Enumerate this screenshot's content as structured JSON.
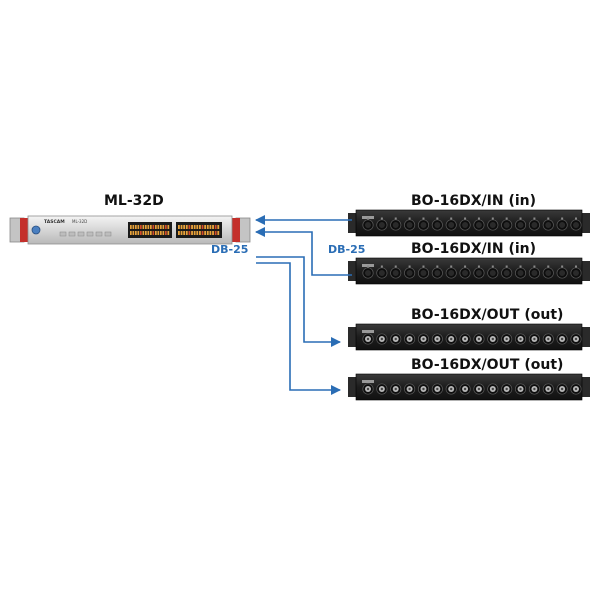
{
  "colors": {
    "background": "#ffffff",
    "arrow": "#2a6db5",
    "db_label": "#2a6db5",
    "title_text": "#111111",
    "rack_black": "#1c1c1c",
    "rack_silver": "#d9d9d9",
    "ear_red": "#c4302b"
  },
  "main_device": {
    "title": "ML-32D",
    "brand": "TASCAM",
    "model": "ML-32D"
  },
  "connector_labels": {
    "left": "DB-25",
    "right": "DB-25"
  },
  "breakouts": [
    {
      "title": "BO-16DX/IN (in)",
      "kind": "in",
      "direction": "to-main"
    },
    {
      "title": "BO-16DX/IN (in)",
      "kind": "in",
      "direction": "to-main"
    },
    {
      "title": "BO-16DX/OUT (out)",
      "kind": "out",
      "direction": "from-main"
    },
    {
      "title": "BO-16DX/OUT (out)",
      "kind": "out",
      "direction": "from-main"
    }
  ],
  "icons": {
    "arrow": "arrow-head-icon",
    "xlr_female": "xlr-female-icon",
    "xlr_male": "xlr-male-icon",
    "power": "power-button-icon"
  }
}
